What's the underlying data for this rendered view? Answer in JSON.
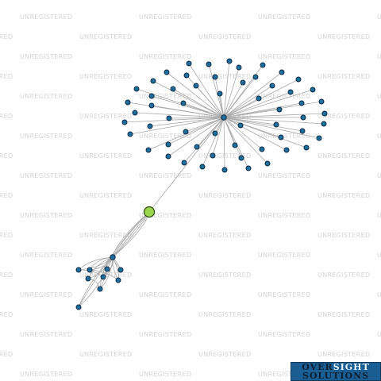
{
  "watermark": {
    "text": "UNREGISTERED"
  },
  "logo": {
    "word1": "OVER",
    "word2": "SIGHT",
    "line2": "SOLUTIONS"
  },
  "colors": {
    "node": "#1f6f9e",
    "focus_node": "#9ad64d",
    "edge": "#a9a9a9",
    "watermark": "#d4d4d4",
    "logo_bg": "#1a5d92"
  },
  "graph": {
    "focus_entity": "highlighted-company",
    "hubs": [
      "cluster-a-hub",
      "cluster-b-hub"
    ],
    "cluster_a_node_count": 52,
    "cluster_b_node_count": 9
  }
}
